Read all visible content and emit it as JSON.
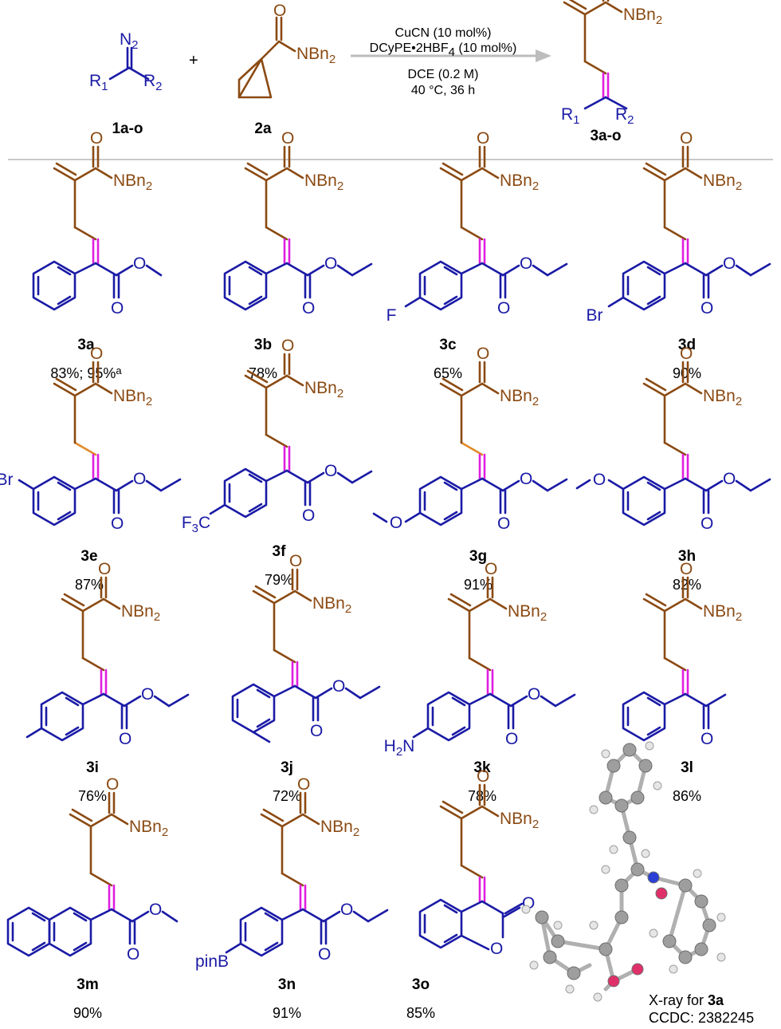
{
  "reaction": {
    "reactant1": {
      "label": "1a-o",
      "n2": "N",
      "n2_sub": "2",
      "r1": "R",
      "r1_sub": "1",
      "r2": "R",
      "r2_sub": "2"
    },
    "plus": "+",
    "reactant2": {
      "label": "2a",
      "oxygen": "O",
      "amide": "NBn",
      "amide_sub": "2"
    },
    "conditions": {
      "line1": "CuCN (10 mol%)",
      "line2": "DCyPE•2HBF",
      "line2_sub": "4",
      "line2_end": " (10 mol%)",
      "line3": "DCE (0.2 M)",
      "line4": "40 °C, 36 h"
    },
    "product": {
      "label": "3a-o",
      "r1": "R",
      "r1_sub": "1",
      "r2": "R",
      "r2_sub": "2",
      "oxygen": "O",
      "amide": "NBn",
      "amide_sub": "2"
    }
  },
  "compounds": [
    {
      "id": "3a",
      "yield": "83%; 95%",
      "yield_sup": "a"
    },
    {
      "id": "3b",
      "yield": "78%"
    },
    {
      "id": "3c",
      "yield": "65%",
      "substituent": "F"
    },
    {
      "id": "3d",
      "yield": "90%",
      "substituent": "Br"
    },
    {
      "id": "3e",
      "yield": "87%",
      "substituent": "Br"
    },
    {
      "id": "3f",
      "yield": "79%",
      "substituent": "F",
      "substituent_sub": "3",
      "substituent_end": "C"
    },
    {
      "id": "3g",
      "yield": "91%",
      "substituent": "O"
    },
    {
      "id": "3h",
      "yield": "82%",
      "substituent": "O"
    },
    {
      "id": "3i",
      "yield": "76%"
    },
    {
      "id": "3j",
      "yield": "72%"
    },
    {
      "id": "3k",
      "yield": "78%",
      "substituent": "H",
      "substituent_sub": "2",
      "substituent_end": "N"
    },
    {
      "id": "3l",
      "yield": "86%"
    },
    {
      "id": "3m",
      "yield": "90%"
    },
    {
      "id": "3n",
      "yield": "91%",
      "substituent": "pinB"
    },
    {
      "id": "3o",
      "yield": "85%"
    }
  ],
  "common": {
    "oxygen": "O",
    "amide": "NBn",
    "amide_sub": "2"
  },
  "xray": {
    "caption_prefix": "X-ray for ",
    "caption_compound": "3a",
    "ccdc": "CCDC: 2382245"
  },
  "colors": {
    "brown": "#8B4A12",
    "blue": "#1a1aa6",
    "magenta": "#e01ee0",
    "orange": "#E08A2A",
    "arrow": "#bdbdbd",
    "divider": "#c8c8c8"
  }
}
